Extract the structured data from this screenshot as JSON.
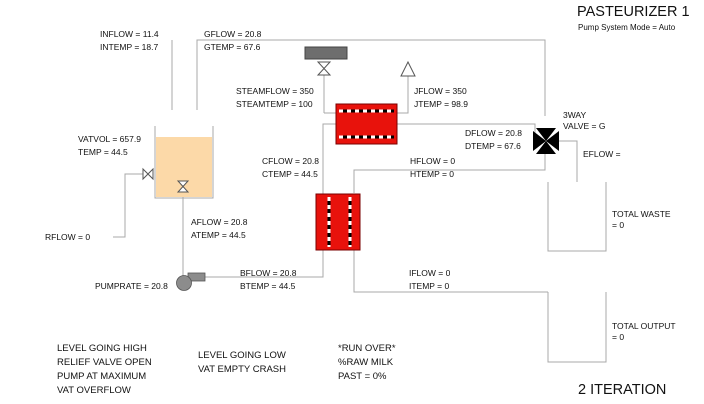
{
  "header": {
    "title": "PASTEURIZER 1",
    "mode": "Pump System Mode = Auto"
  },
  "readouts": {
    "inflow": "INFLOW = 11.4",
    "intemp": "INTEMP = 18.7",
    "gflow": "GFLOW = 20.8",
    "gtemp": "GTEMP = 67.6",
    "steamflow": "STEAMFLOW = 350",
    "steamtemp": "STEAMTEMP = 100",
    "jflow": "JFLOW = 350",
    "jtemp": "JTEMP = 98.9",
    "threeway_1": "3WAY",
    "threeway_2": "VALVE = G",
    "dflow": "DFLOW = 20.8",
    "dtemp": "DTEMP = 67.6",
    "eflow": "EFLOW =",
    "vatvol": "VATVOL = 657.9",
    "temp": "TEMP = 44.5",
    "cflow": "CFLOW = 20.8",
    "ctemp": "CTEMP = 44.5",
    "hflow": "HFLOW = 0",
    "htemp": "HTEMP = 0",
    "rflow": "RFLOW = 0",
    "aflow": "AFLOW = 20.8",
    "atemp": "ATEMP = 44.5",
    "total_waste_1": "TOTAL WASTE",
    "total_waste_2": "= 0",
    "pumprate": "PUMPRATE = 20.8",
    "bflow": "BFLOW = 20.8",
    "btemp": "BTEMP = 44.5",
    "iflow": "IFLOW = 0",
    "itemp": "ITEMP = 0",
    "total_output_1": "TOTAL OUTPUT",
    "total_output_2": "= 0"
  },
  "alarms": {
    "col1": [
      "LEVEL GOING HIGH",
      "RELIEF VALVE OPEN",
      "PUMP AT MAXIMUM",
      "VAT OVERFLOW"
    ],
    "col2": [
      "LEVEL GOING LOW",
      "VAT EMPTY CRASH"
    ],
    "col3": [
      "*RUN OVER*",
      "%RAW MILK",
      "PAST = 0%"
    ]
  },
  "footer": {
    "iteration": "2 ITERATION"
  },
  "colors": {
    "pipe": "#a8a8a8",
    "vat_liquid": "#fcd9a8",
    "heat_exchanger": "#e8120c",
    "steam_source": "#6e6e6e",
    "pump": "#8c8c8c"
  }
}
